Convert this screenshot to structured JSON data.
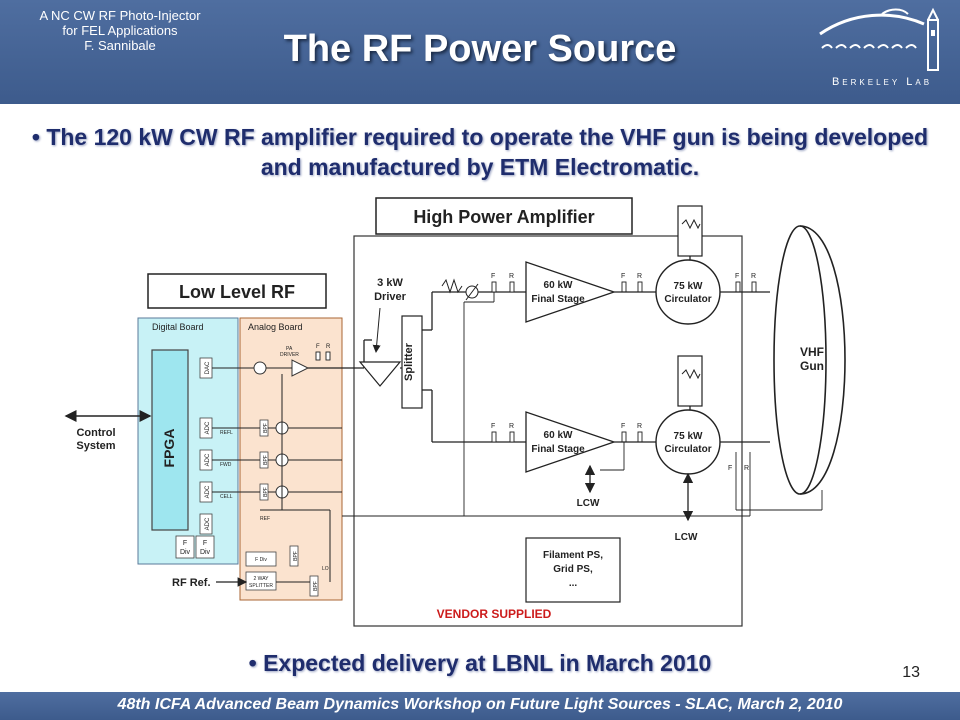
{
  "header": {
    "subtitle_lines": [
      "A NC CW RF Photo-Injector",
      "for FEL Applications",
      "F. Sannibale"
    ],
    "title": "The RF Power Source",
    "logo_text": "Berkeley Lab"
  },
  "bullet_top": "• The 120 kW CW RF amplifier required to operate the VHF gun is being developed and manufactured by ETM Electromatic.",
  "diagram": {
    "hpa_label": "High Power Amplifier",
    "llrf_label": "Low Level RF",
    "digital_board": "Digital Board",
    "analog_board": "Analog Board",
    "fpga": "FPGA",
    "control_system": [
      "Control",
      "System"
    ],
    "rf_ref": "RF Ref.",
    "driver": [
      "3 kW",
      "Driver"
    ],
    "splitter": "Splitter",
    "final_stage": [
      "60 kW",
      "Final Stage"
    ],
    "circulator": [
      "75 kW",
      "Circulator"
    ],
    "gun": [
      "VHF",
      "Gun"
    ],
    "lcw": "LCW",
    "filament": [
      "Filament PS,",
      "Grid PS,",
      "..."
    ],
    "vendor": "VENDOR SUPPLIED",
    "fwd": "F",
    "rev": "R",
    "dac": "DAC",
    "adc": "ADC",
    "bpf": "BPF",
    "refl": "REFL",
    "fwd_label": "FWD",
    "cell": "CELL",
    "ref": "REF",
    "lo": "LO",
    "pa_driver": [
      "PA",
      "DRIVER"
    ],
    "div": [
      "F",
      "Div"
    ],
    "way_splitter": [
      "2 WAY",
      "SPLITTER"
    ],
    "f_div_small": "F Div"
  },
  "bullet_bottom": "• Expected delivery at LBNL in March 2010",
  "page_number": "13",
  "footer": "48th ICFA Advanced Beam Dynamics Workshop on Future Light Sources - SLAC, March 2, 2010"
}
